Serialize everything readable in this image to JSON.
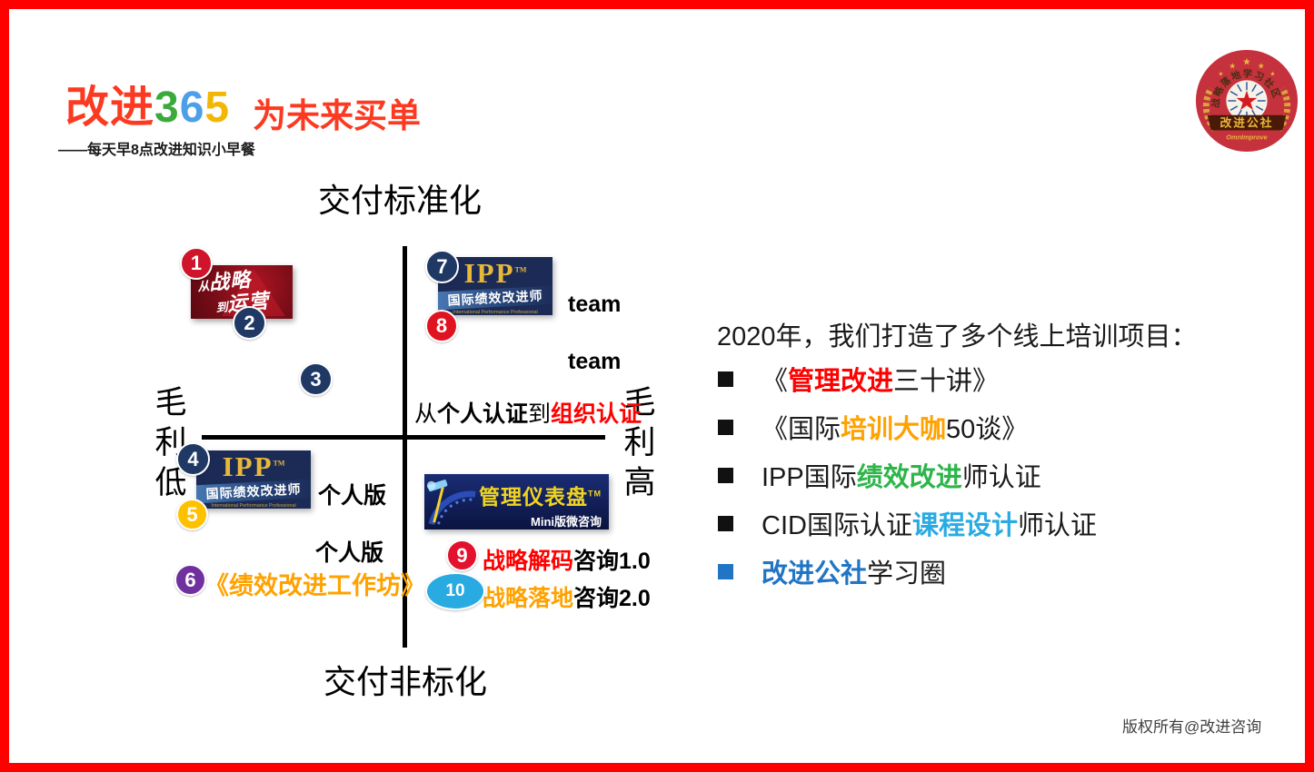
{
  "colors": {
    "border": "#FE0000",
    "navy_circle": "#1F3864",
    "red_circle_1": "#CF142B",
    "red_circle_8": "#DF1420",
    "red_circle_9": "#E3112D",
    "yellow_circle": "#FFC000",
    "purple_circle": "#7030A0",
    "cyan_circle": "#29ABE2",
    "highlight_red": "#FF0000",
    "highlight_orange": "#FFA200",
    "highlight_green": "#2DB54A",
    "highlight_cyan": "#29ABE2",
    "highlight_blue": "#2175C4"
  },
  "header": {
    "logo": {
      "improve": "改进",
      "improve_color": "#FB3A21",
      "three": "3",
      "three_color": "#3BAA3A",
      "six": "6",
      "six_color": "#4C9FE8",
      "five": "5",
      "five_color": "#F2B705"
    },
    "tagline": "为未来买单",
    "tagline_color": "#FB3A21",
    "subtitle": "——每天早8点改进知识小早餐",
    "badge": {
      "arc_text": "战略落地学习社区",
      "banner": "改进公社",
      "subtext": "OmnImprove"
    }
  },
  "matrix": {
    "axis_top": "交付标准化",
    "axis_bottom": "交付非标化",
    "axis_left": "毛利低",
    "axis_right": "毛利高",
    "note": {
      "p1": "从",
      "p2": "个人认证",
      "p3": "到",
      "p4": "组织认证",
      "p4_color": "#FF0000"
    },
    "team_label_1": "team",
    "team_label_2": "team",
    "personal_label_1": "个人版",
    "personal_label_2": "个人版",
    "workshop_label": "《绩效改进工作坊》",
    "workshop_color": "#FFA200",
    "item9": {
      "hl": "战略解码",
      "hl_color": "#FF0000",
      "rest": "咨询1.0"
    },
    "item10": {
      "hl": "战略落地",
      "hl_color": "#FFA200",
      "rest": "咨询2.0"
    },
    "badges": [
      {
        "num": "1",
        "color": "#CF142B"
      },
      {
        "num": "2",
        "color": "#1F3864"
      },
      {
        "num": "3",
        "color": "#1F3864"
      },
      {
        "num": "4",
        "color": "#1F3864"
      },
      {
        "num": "5",
        "color": "#FFC000"
      },
      {
        "num": "6",
        "color": "#7030A0"
      },
      {
        "num": "7",
        "color": "#1F3864"
      },
      {
        "num": "8",
        "color": "#DF1420"
      },
      {
        "num": "9",
        "color": "#E3112D"
      },
      {
        "num": "10",
        "color": "#29ABE2"
      }
    ],
    "logos": {
      "strategy": {
        "line1_small": "从",
        "line1_big": "战略",
        "line2_small": "到",
        "line2_big": "运营"
      },
      "ipp": {
        "word": "IPP",
        "tm": "TM",
        "sub": "国际绩效改进师",
        "eng": "International Performance Professional"
      },
      "dashboard": {
        "title": "管理仪表盘",
        "tm": "TM",
        "sub": "Mini版微咨询"
      }
    }
  },
  "panel": {
    "title": "2020年，我们打造了多个线上培训项目：",
    "bullets": [
      {
        "pre": "《",
        "hl": "管理改进",
        "post": "三十讲》",
        "hl_color": "#FF0000",
        "bullet_color": "#111111"
      },
      {
        "pre": "《国际",
        "hl": "培训大咖",
        "post": "50谈》",
        "hl_color": "#FFA200",
        "bullet_color": "#111111"
      },
      {
        "pre": "IPP国际",
        "hl": "绩效改进",
        "post": "师认证",
        "hl_color": "#2DB54A",
        "bullet_color": "#111111"
      },
      {
        "pre": "CID国际认证",
        "hl": "课程设计",
        "post": "师认证",
        "hl_color": "#29ABE2",
        "bullet_color": "#111111"
      },
      {
        "pre": "",
        "hl": "改进公社",
        "post": "学习圈",
        "hl_color": "#2175C4",
        "bullet_color": "#2175C4"
      }
    ]
  },
  "footer": {
    "copyright": "版权所有@改进咨询"
  }
}
